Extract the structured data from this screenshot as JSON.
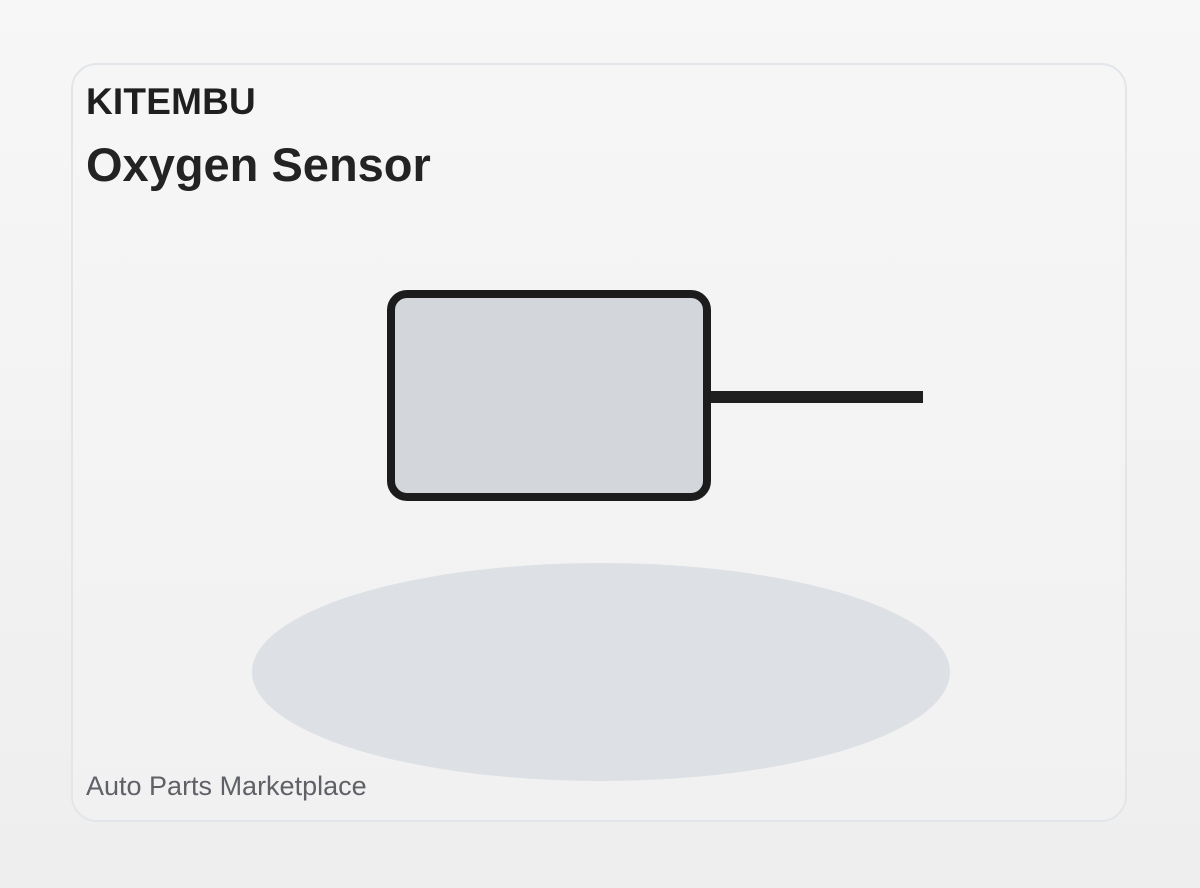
{
  "card": {
    "brand": "KITEMBU",
    "title": "Oxygen Sensor",
    "footer": "Auto Parts Marketplace"
  },
  "illustration": {
    "subject_icon": "oxygen-sensor-icon",
    "body_fill": "#d3d6db",
    "outline_color": "#1c1c1c",
    "shadow_fill": "#dde0e5"
  }
}
